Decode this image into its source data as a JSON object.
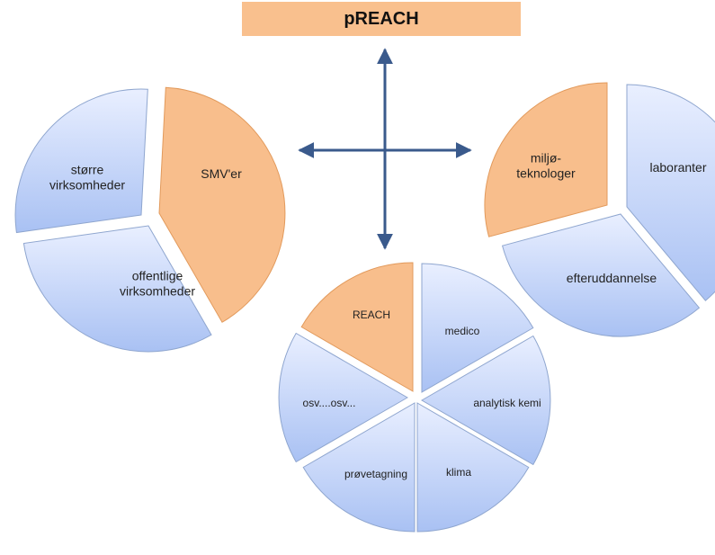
{
  "title": "pREACH",
  "pies": {
    "left": {
      "wedges": [
        {
          "label_lines": [
            "SMV'er"
          ],
          "highlight": true
        },
        {
          "label_lines": [
            "offentlige",
            "virksomheder"
          ],
          "highlight": false
        },
        {
          "label_lines": [
            "større",
            "virksomheder"
          ],
          "highlight": false
        }
      ]
    },
    "right": {
      "wedges": [
        {
          "label_lines": [
            "laboranter"
          ],
          "highlight": false
        },
        {
          "label_lines": [
            "efteruddannelse"
          ],
          "highlight": false
        },
        {
          "label_lines": [
            "miljø-",
            "teknologer"
          ],
          "highlight": true
        }
      ]
    },
    "bottom": {
      "wedges": [
        {
          "label_lines": [
            "medico"
          ],
          "highlight": false
        },
        {
          "label_lines": [
            "analytisk kemi"
          ],
          "highlight": false
        },
        {
          "label_lines": [
            "klima"
          ],
          "highlight": false
        },
        {
          "label_lines": [
            "prøvetagning"
          ],
          "highlight": false
        },
        {
          "label_lines": [
            "osv....osv..."
          ],
          "highlight": false
        },
        {
          "label_lines": [
            "REACH"
          ],
          "highlight": true
        }
      ]
    }
  },
  "colors": {
    "highlight_fill": "#f8be8c",
    "highlight_stroke": "#e29a5c",
    "blue_light": "#e9efff",
    "blue_dark": "#a9c1f3",
    "blue_stroke": "#8fa6cf",
    "arrow": "#3a5a8c"
  }
}
